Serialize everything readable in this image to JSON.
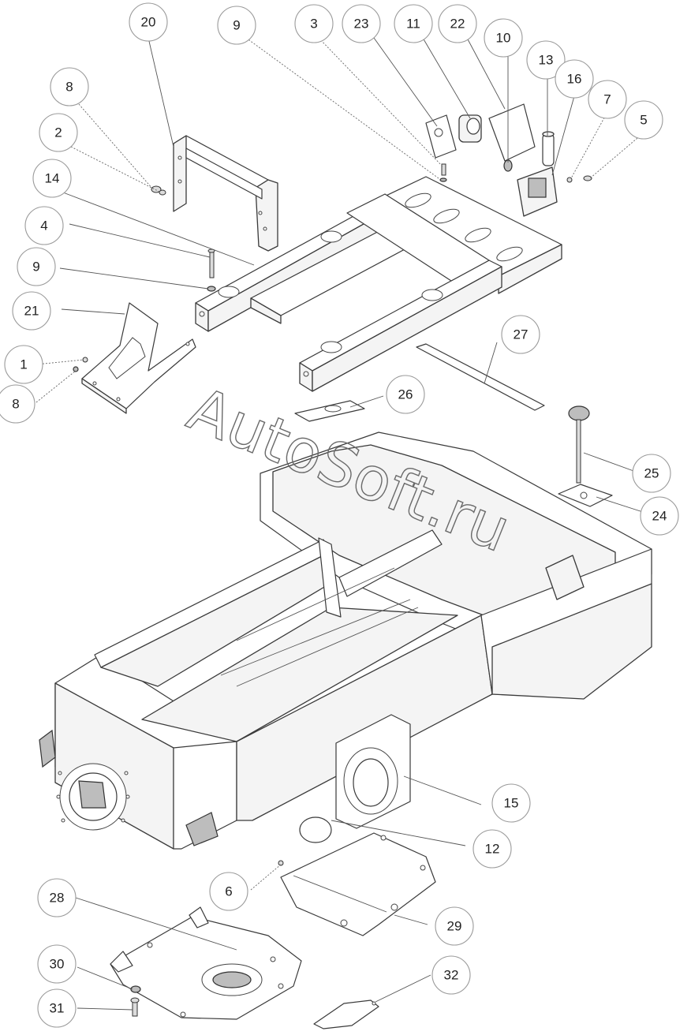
{
  "watermark": "AutoSoft.ru",
  "callouts": [
    {
      "label": "20"
    },
    {
      "label": "9"
    },
    {
      "label": "3"
    },
    {
      "label": "23"
    },
    {
      "label": "11"
    },
    {
      "label": "22"
    },
    {
      "label": "10"
    },
    {
      "label": "13"
    },
    {
      "label": "16"
    },
    {
      "label": "7"
    },
    {
      "label": "5"
    },
    {
      "label": "8"
    },
    {
      "label": "2"
    },
    {
      "label": "14"
    },
    {
      "label": "4"
    },
    {
      "label": "9"
    },
    {
      "label": "21"
    },
    {
      "label": "1"
    },
    {
      "label": "8"
    },
    {
      "label": "27"
    },
    {
      "label": "26"
    },
    {
      "label": "25"
    },
    {
      "label": "24"
    },
    {
      "label": "15"
    },
    {
      "label": "12"
    },
    {
      "label": "6"
    },
    {
      "label": "28"
    },
    {
      "label": "29"
    },
    {
      "label": "30"
    },
    {
      "label": "31"
    },
    {
      "label": "32"
    }
  ]
}
